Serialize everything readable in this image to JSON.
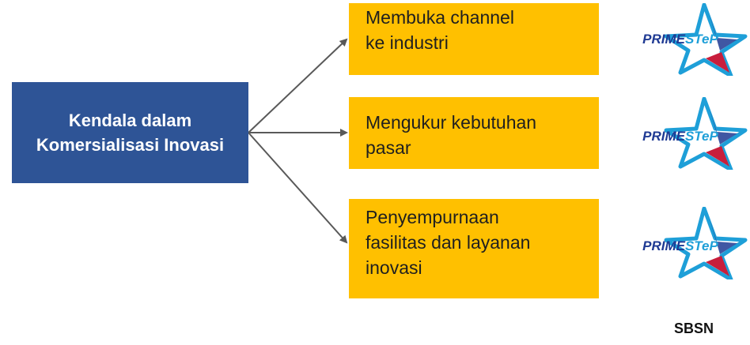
{
  "diagram": {
    "source_label": "Kendala dalam Komersialisasi Inovasi",
    "targets": [
      {
        "label": "Membuka channel\nke industri"
      },
      {
        "label": "Mengukur kebutuhan\npasar"
      },
      {
        "label": "Penyempurnaan\nfasilitas dan layanan\ninovasi"
      }
    ],
    "logo": {
      "text_prime": "PRIME",
      "text_step": "STeP"
    },
    "footer": "SBSN"
  },
  "colors": {
    "source_fill": "#2e5496",
    "target_fill": "#ffc000",
    "arrow": "#595959",
    "logo_navy": "#1f3a93",
    "logo_cyan": "#1e9fd8"
  }
}
